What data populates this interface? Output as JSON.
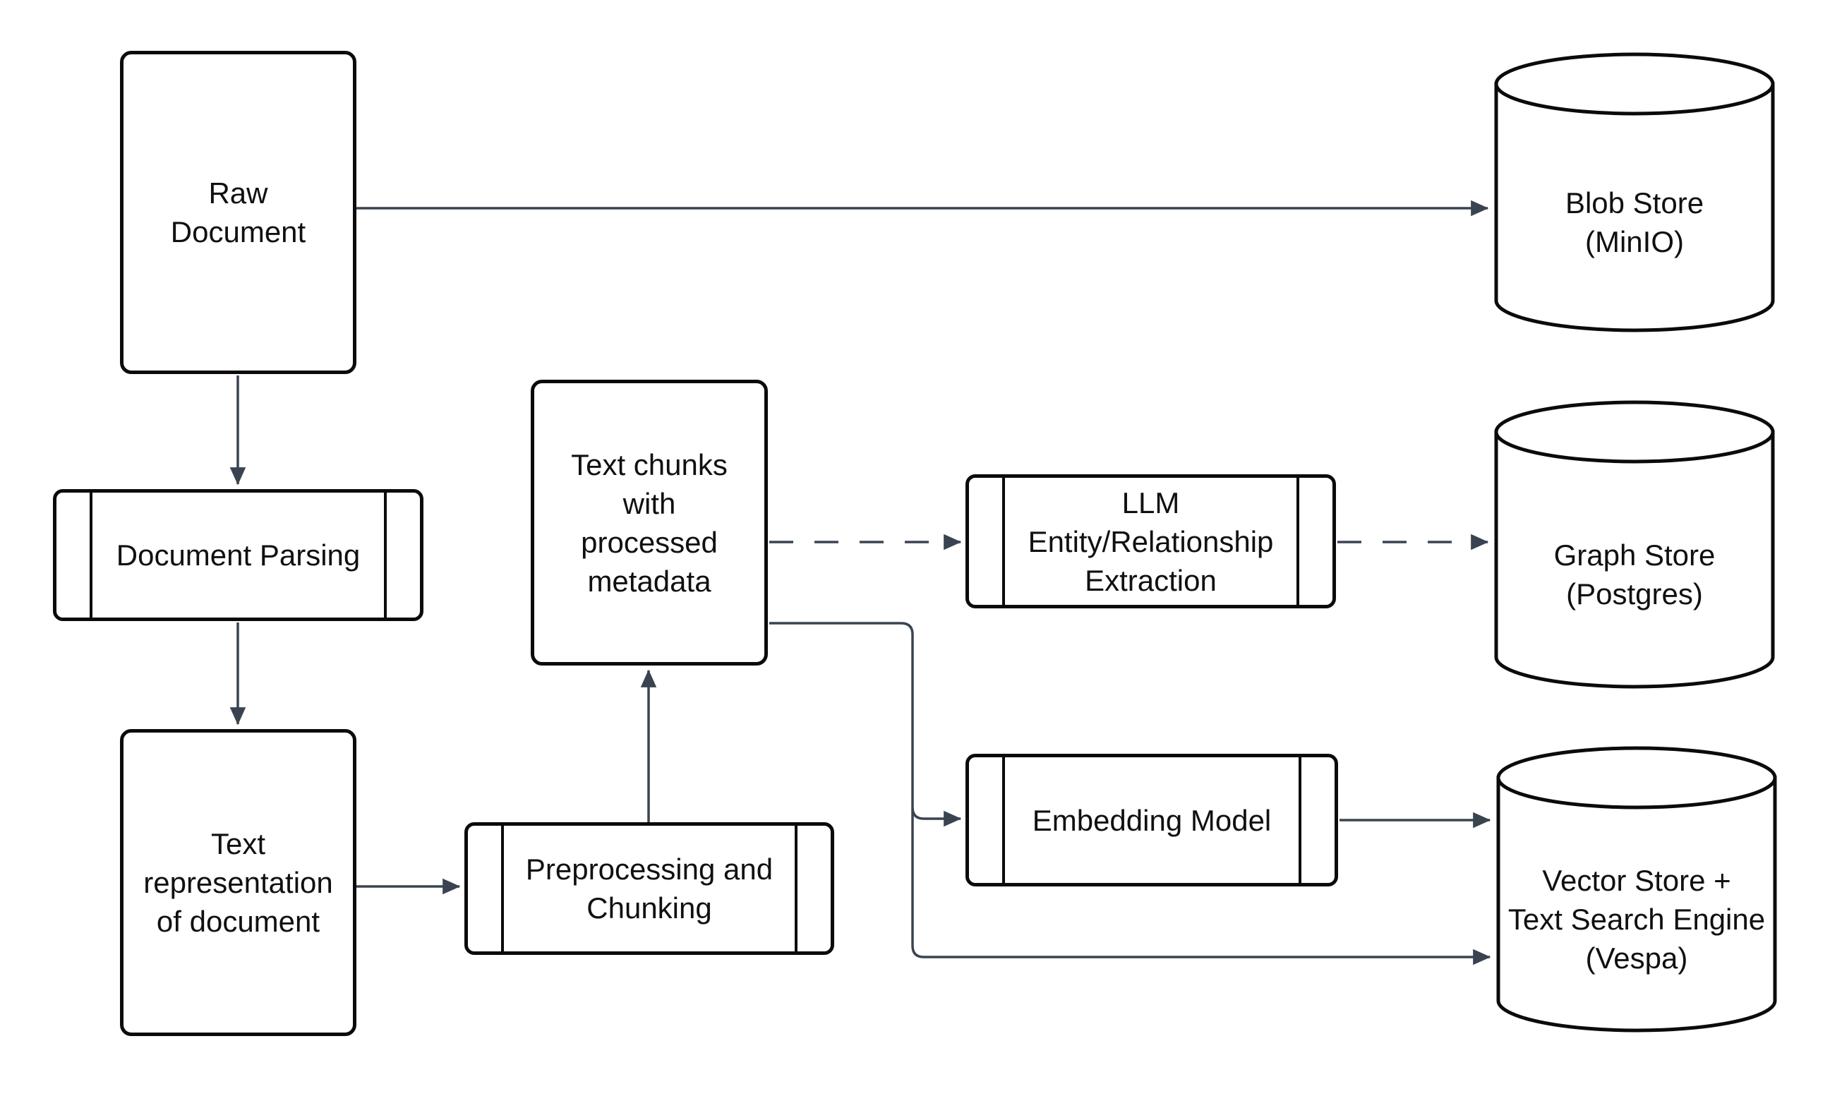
{
  "diagram": {
    "title": "Document ingestion pipeline flowchart",
    "background_color": "#ffffff",
    "shape_border_color": "#0b0b0b",
    "connector_color": "#3a4450",
    "text_color": "#101010",
    "nodes": {
      "raw_document": {
        "label": "Raw\nDocument",
        "shape": "rounded-rect"
      },
      "blob_store": {
        "label": "Blob Store\n(MinIO)",
        "shape": "cylinder"
      },
      "document_parsing": {
        "label": "Document Parsing",
        "shape": "subprocess"
      },
      "text_representation": {
        "label": "Text\nrepresentation\nof document",
        "shape": "rounded-rect"
      },
      "preprocessing": {
        "label": "Preprocessing and\nChunking",
        "shape": "subprocess"
      },
      "text_chunks": {
        "label": "Text chunks\nwith\nprocessed\nmetadata",
        "shape": "rounded-rect"
      },
      "llm_extraction": {
        "label": "LLM\nEntity/Relationship\nExtraction",
        "shape": "subprocess"
      },
      "graph_store": {
        "label": "Graph Store\n(Postgres)",
        "shape": "cylinder"
      },
      "embedding_model": {
        "label": "Embedding Model",
        "shape": "subprocess"
      },
      "vector_store": {
        "label": "Vector Store +\nText Search Engine\n(Vespa)",
        "shape": "cylinder"
      }
    },
    "edges": [
      {
        "from": "raw_document",
        "to": "blob_store",
        "style": "solid-arrow"
      },
      {
        "from": "raw_document",
        "to": "document_parsing",
        "style": "solid-arrow"
      },
      {
        "from": "document_parsing",
        "to": "text_representation",
        "style": "solid-arrow"
      },
      {
        "from": "text_representation",
        "to": "preprocessing",
        "style": "solid-arrow"
      },
      {
        "from": "preprocessing",
        "to": "text_chunks",
        "style": "solid-arrow"
      },
      {
        "from": "text_chunks",
        "to": "llm_extraction",
        "style": "dashed-arrow"
      },
      {
        "from": "llm_extraction",
        "to": "graph_store",
        "style": "dashed-arrow"
      },
      {
        "from": "text_chunks",
        "to": "embedding_model",
        "style": "solid-arrow"
      },
      {
        "from": "embedding_model",
        "to": "vector_store",
        "style": "solid-arrow"
      },
      {
        "from": "text_chunks",
        "to": "vector_store",
        "style": "solid-arrow"
      }
    ]
  }
}
